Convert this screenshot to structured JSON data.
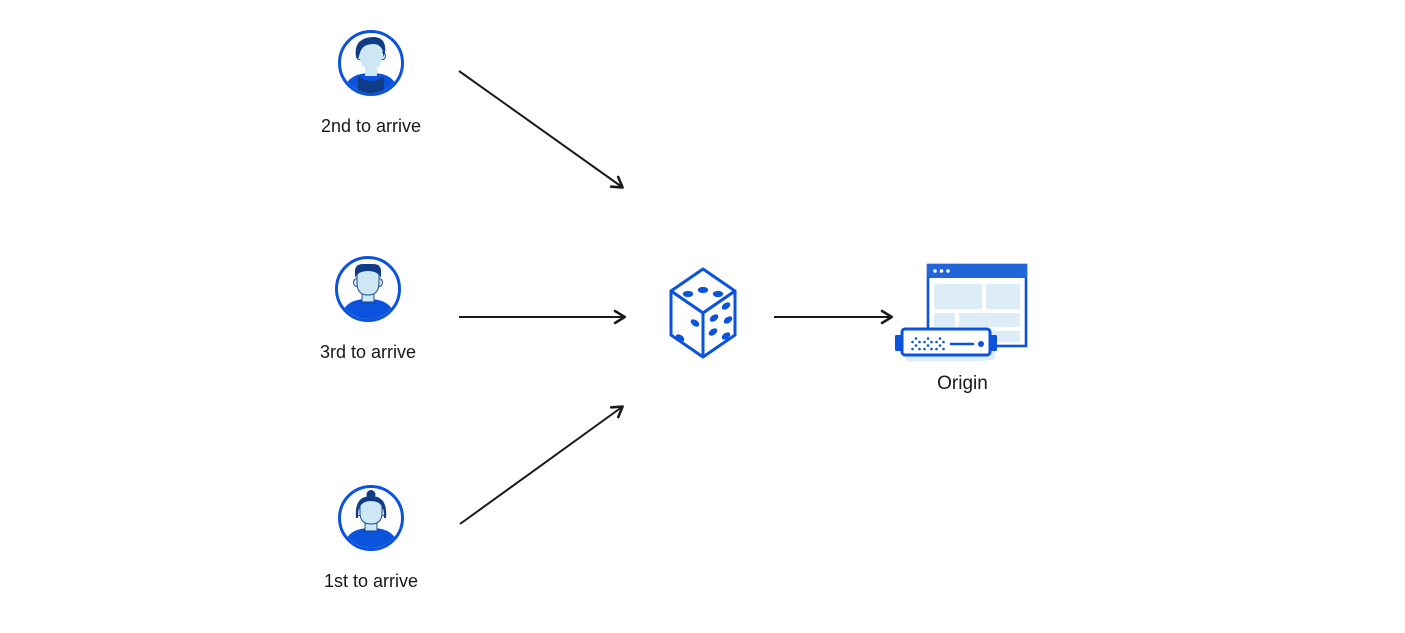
{
  "diagram": {
    "description_visible_text_only": "",
    "clients": [
      {
        "id": "client-top",
        "label": "2nd to arrive",
        "icon": "user-avatar-man-swept-hair-icon"
      },
      {
        "id": "client-middle",
        "label": "3rd to arrive",
        "icon": "user-avatar-man-short-hair-icon"
      },
      {
        "id": "client-bottom",
        "label": "1st to arrive",
        "icon": "user-avatar-woman-bun-icon"
      }
    ],
    "router": {
      "id": "dice",
      "icon": "dice-icon"
    },
    "origin": {
      "id": "origin",
      "label": "Origin",
      "icon": "origin-server-browser-icon"
    },
    "edges": [
      {
        "from": "client-top",
        "to": "dice"
      },
      {
        "from": "client-middle",
        "to": "dice"
      },
      {
        "from": "client-bottom",
        "to": "dice"
      },
      {
        "from": "dice",
        "to": "origin"
      }
    ],
    "colors": {
      "background": "#ffffff",
      "primary_blue": "#0b53dc",
      "titlebar_blue": "#2165d8",
      "dark_navy": "#0f3c86",
      "skin_light_blue": "#cde7f5",
      "panel_light_blue": "#ddedf7",
      "arrow_black": "#1a1a1a",
      "label_text": "#18181a"
    }
  }
}
